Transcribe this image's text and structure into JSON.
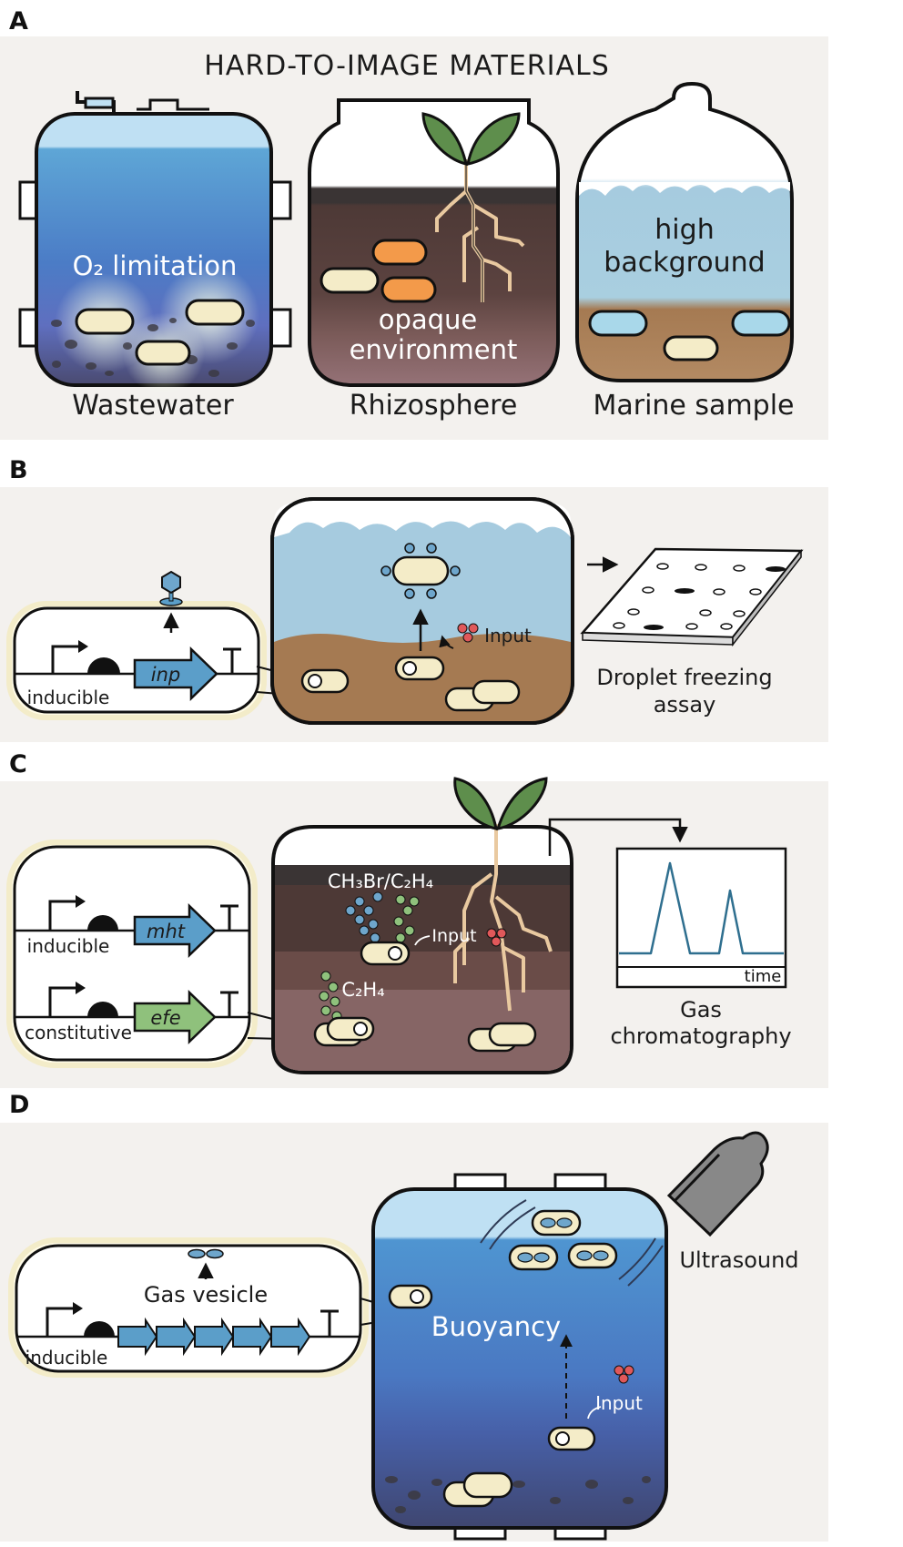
{
  "panel_letters": [
    "A",
    "B",
    "C",
    "D"
  ],
  "panel_a": {
    "title": "HARD-TO-IMAGE MATERIALS",
    "wastewater": {
      "label": "Wastewater",
      "overlay": "O₂ limitation"
    },
    "rhizosphere": {
      "label": "Rhizosphere",
      "overlay_line1": "opaque",
      "overlay_line2": "environment"
    },
    "marine": {
      "label": "Marine sample",
      "overlay_line1": "high",
      "overlay_line2": "background"
    }
  },
  "panel_b": {
    "promoter": "inducible",
    "gene": "inp",
    "input": "Input",
    "assay_line1": "Droplet freezing",
    "assay_line2": "assay"
  },
  "panel_c": {
    "promoter1": "inducible",
    "gene1": "mht",
    "promoter2": "constitutive",
    "gene2": "efe",
    "gas_top": "CH₃Br/C₂H₄",
    "gas_bottom": "C₂H₄",
    "input": "Input",
    "axis_label": "time",
    "method_line1": "Gas",
    "method_line2": "chromatography"
  },
  "panel_d": {
    "promoter": "inducible",
    "vesicle_label": "Gas vesicle",
    "buoyancy": "Buoyancy",
    "input": "Input",
    "method": "Ultrasound"
  },
  "colors": {
    "panel_bg": "#f3f1ee",
    "cell_fill": "#f4ecc8",
    "gene_blue": "#5b9ec9",
    "gene_green": "#8fc17c",
    "water_blue": "#7bb1d8",
    "soil_brown": "#9b6a3e",
    "rhizo_dark": "#3f302d",
    "input_red": "#e0585a"
  }
}
